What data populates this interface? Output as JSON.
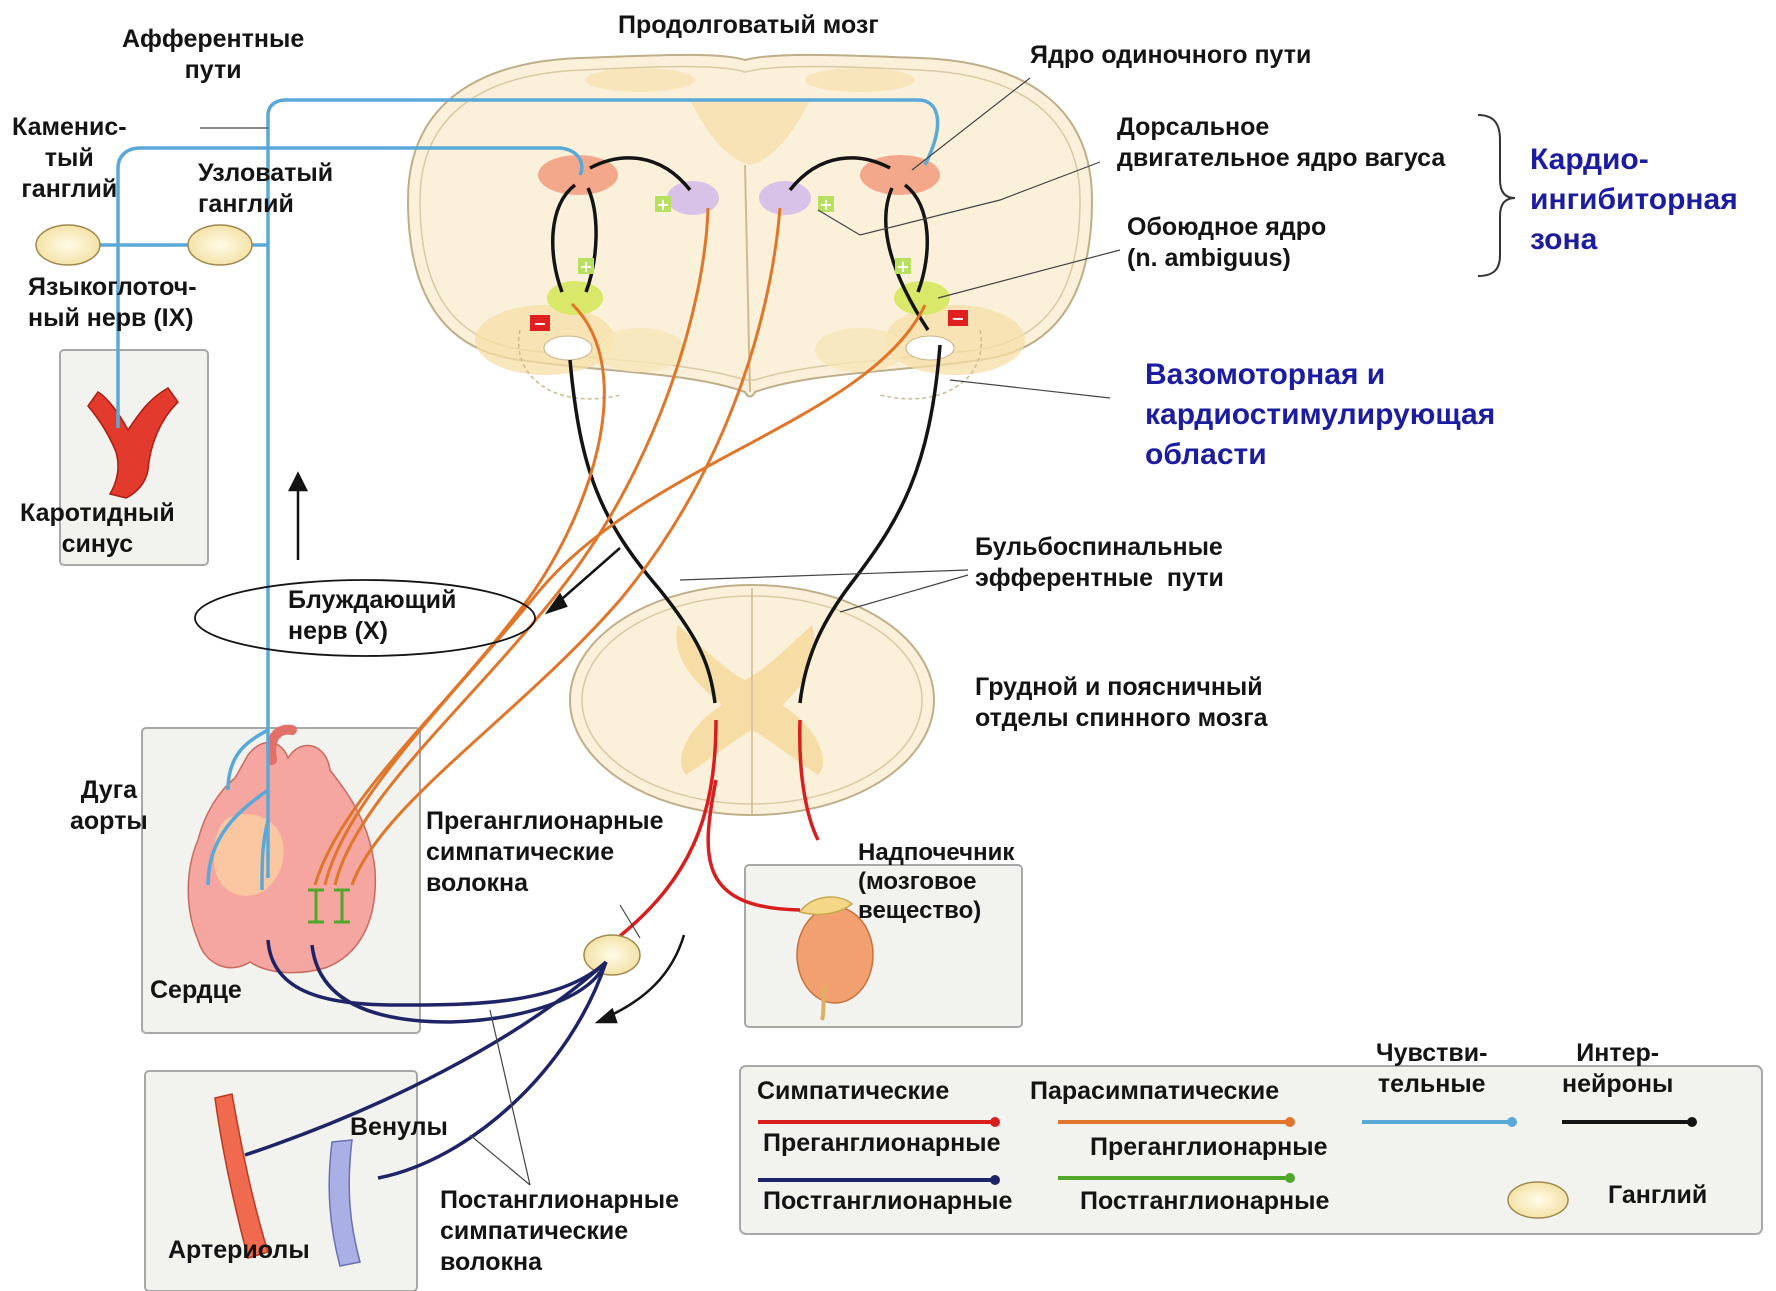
{
  "labels": {
    "medulla": "Продолговатый мозг",
    "afferent_paths": "Афферентные\nпути",
    "solitary_nucleus": "Ядро одиночного пути",
    "petrosal_ganglion": "Каменис-\nтый\nганглий",
    "nodose_ganglion": "Узловатый\nганглий",
    "dorsal_vagus_nucleus": "Дорсальное\nдвигательное ядро вагуса",
    "cardioinhibitory_zone": "Кардио-\nингибиторная\nзона",
    "nucleus_ambiguus": "Обоюдное ядро\n(n. ambiguus)",
    "glossopharyngeal_nerve": "Языкоглоточ-\nный нерв (IX)",
    "vasomotor_area": "Вазомоторная и\nкардиостимулирующая\nобласти",
    "carotid_sinus": "Каротидный\nсинус",
    "bulbospinal_paths": "Бульбоспинальные\nэфферентные  пути",
    "vagus_nerve": "Блуждающий\nнерв (X)",
    "spinal_cord": "Грудной и поясничный\nотделы спинного мозга",
    "aortic_arch": "Дуга\nаорты",
    "preganglionic_sympathetic": "Преганглионарные\nсимпатические\nволокна",
    "adrenal_medulla": "Надпочечник\n(мозговое\nвещество)",
    "heart": "Сердце",
    "venules": "Венулы",
    "arterioles": "Артериолы",
    "postganglionic_sympathetic": "Постанглионарные\nсимпатические\nволокна"
  },
  "legend": {
    "sympathetic": "Симпатические",
    "parasympathetic": "Парасимпатические",
    "sensory": "Чувстви-\nтельные",
    "interneurons": "Интер-\nнейроны",
    "sym_pre": "Преганглионарные",
    "sym_post": "Постганглионарные",
    "para_pre": "Преганглионарные",
    "para_post": "Постганглионарные",
    "ganglion": "Ганглий"
  },
  "signs": {
    "plus": "+",
    "minus": "−"
  },
  "colors": {
    "sympathetic_pre": "#d81e1e",
    "sympathetic_post": "#1f2466",
    "parasympathetic_pre": "#e0762a",
    "parasympathetic_post": "#4fa828",
    "sensory": "#5aa8d8",
    "interneuron": "#141414",
    "brain_tissue": "#fbf1db",
    "grey_matter": "#f6dda6",
    "label_blue": "#1c1ca0"
  }
}
